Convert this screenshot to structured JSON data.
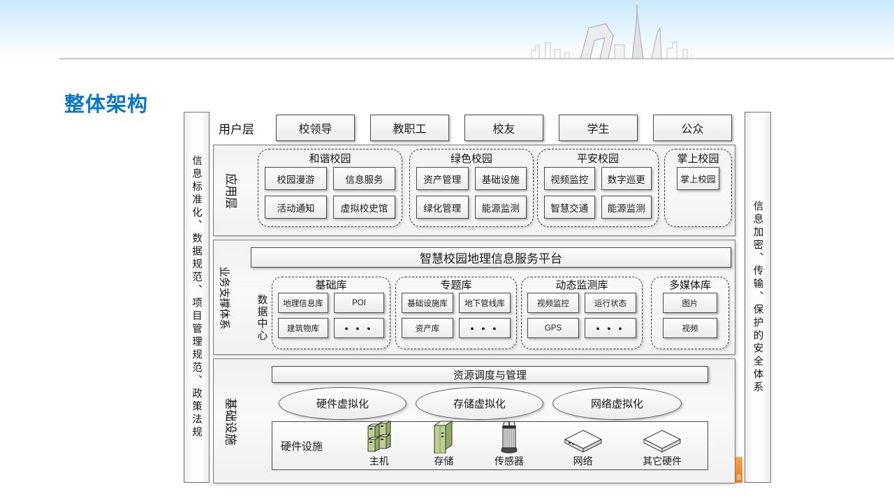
{
  "slide": {
    "title": "整体架构",
    "page_number": "8"
  },
  "side_bars": {
    "left": "信息标准化、数据规范、项目管理规范、政策法规",
    "right": "信息加密、传输、保护的安全体系"
  },
  "user_layer": {
    "label": "用户层",
    "items": [
      "校领导",
      "教职工",
      "校友",
      "学生",
      "公众"
    ]
  },
  "app_layer": {
    "label": "应用层",
    "groups": [
      {
        "title": "和谐校园",
        "items": [
          "校园漫游",
          "信息服务",
          "活动通知",
          "虚拟校史馆"
        ]
      },
      {
        "title": "绿色校园",
        "items": [
          "资产管理",
          "基础设施",
          "绿化管理",
          "能源监测"
        ]
      },
      {
        "title": "平安校园",
        "items": [
          "视频监控",
          "数字巡更",
          "智慧交通",
          "能源监测"
        ]
      },
      {
        "title": "掌上校园",
        "items": [
          "掌上校园"
        ]
      }
    ]
  },
  "support_layer": {
    "label": "业务支撑体系",
    "platform": "智慧校园地理信息服务平台",
    "data_center_label": "数据中心",
    "groups": [
      {
        "title": "基础库",
        "items": [
          "地理信息库",
          "POI",
          "建筑物库",
          "● ● ●"
        ]
      },
      {
        "title": "专题库",
        "items": [
          "基础设施库",
          "地下管线库",
          "资产库",
          "● ● ●"
        ]
      },
      {
        "title": "动态监测库",
        "items": [
          "视频监控",
          "运行状态",
          "GPS",
          "● ● ●"
        ]
      },
      {
        "title": "多媒体库",
        "items": [
          "图片",
          "视频"
        ]
      }
    ]
  },
  "infra_layer": {
    "label": "基础设施",
    "scheduler": "资源调度与管理",
    "virtualization": [
      "硬件虚拟化",
      "存储虚拟化",
      "网络虚拟化"
    ],
    "hardware_label": "硬件设施",
    "hardware_items": [
      {
        "label": "主机",
        "icon": "host-server-icon"
      },
      {
        "label": "存储",
        "icon": "storage-icon"
      },
      {
        "label": "传感器",
        "icon": "sensor-icon"
      },
      {
        "label": "网络",
        "icon": "network-device-icon"
      },
      {
        "label": "其它硬件",
        "icon": "other-hardware-icon"
      }
    ]
  },
  "colors": {
    "title_blue": "#0a76c8",
    "marker_orange": "#e97c11",
    "banner_blue": "#c9e8fa"
  }
}
